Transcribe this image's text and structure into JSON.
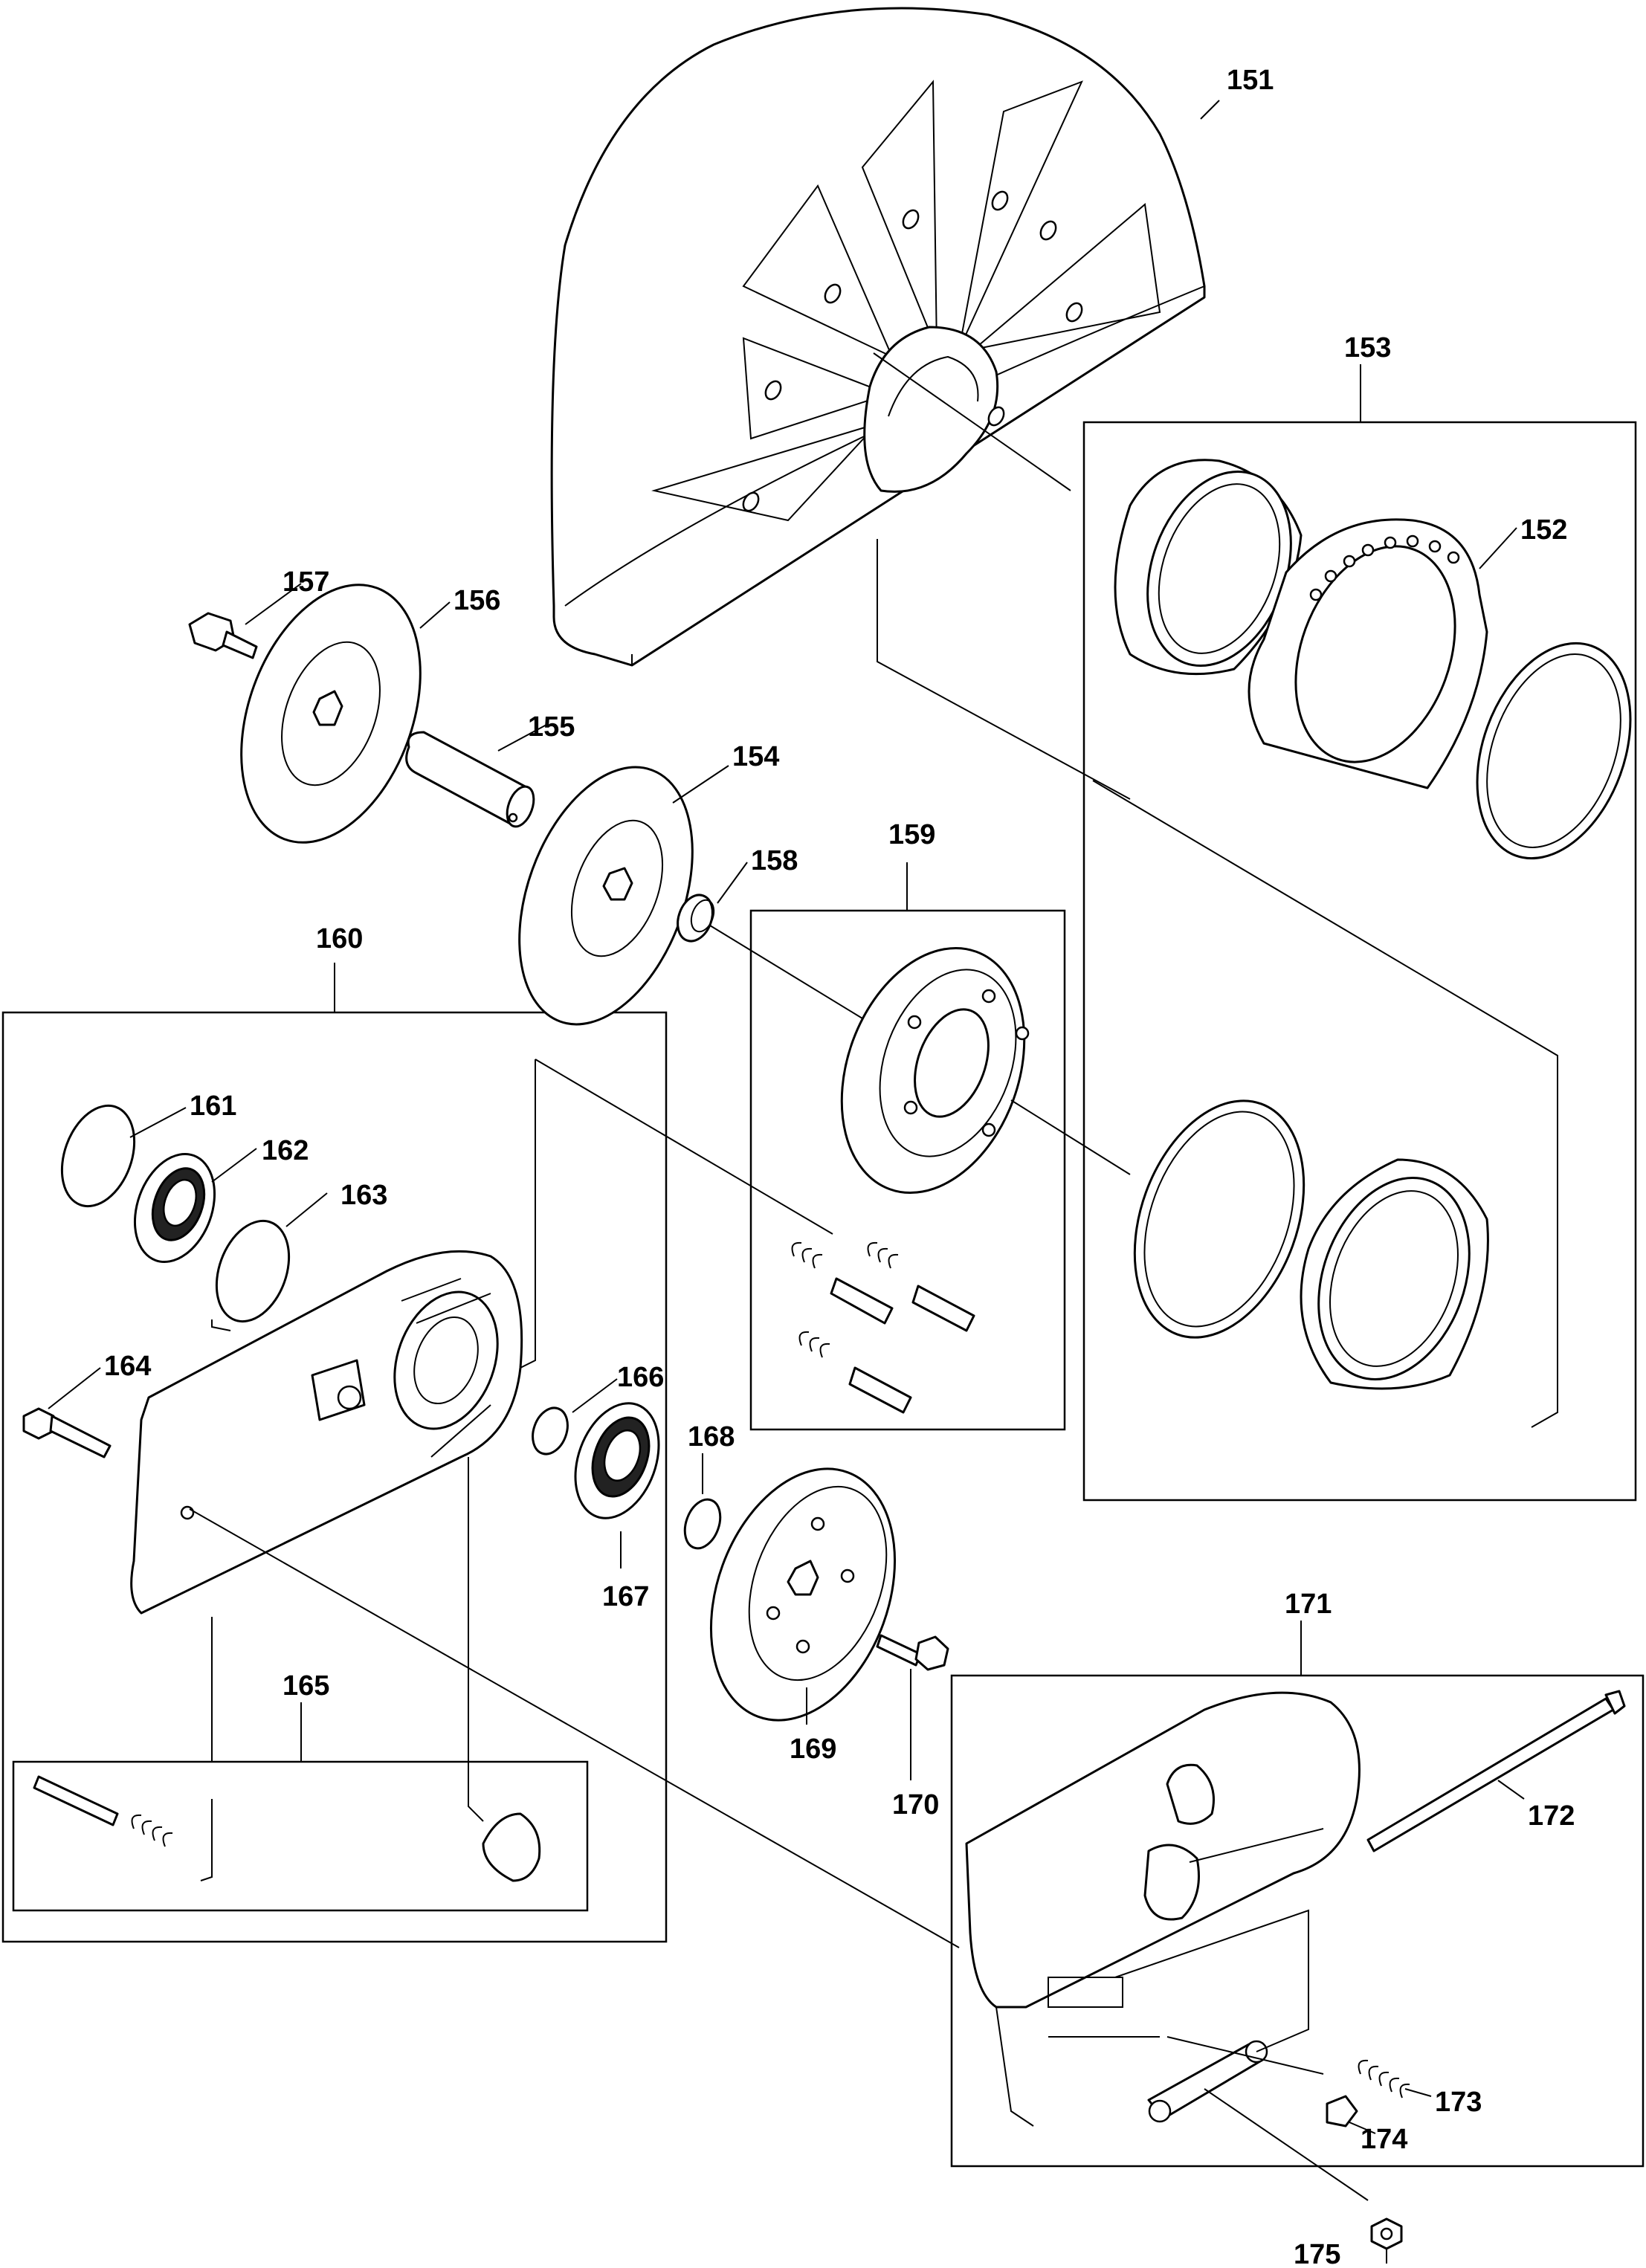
{
  "labels": {
    "p151": "151",
    "p152": "152",
    "p153": "153",
    "p154": "154",
    "p155": "155",
    "p156": "156",
    "p157": "157",
    "p158": "158",
    "p159": "159",
    "p160": "160",
    "p161": "161",
    "p162": "162",
    "p163": "163",
    "p164": "164",
    "p165": "165",
    "p166": "166",
    "p167": "167",
    "p168": "168",
    "p169": "169",
    "p170": "170",
    "p171": "171",
    "p172": "172",
    "p173": "173",
    "p174": "174",
    "p175": "175"
  }
}
